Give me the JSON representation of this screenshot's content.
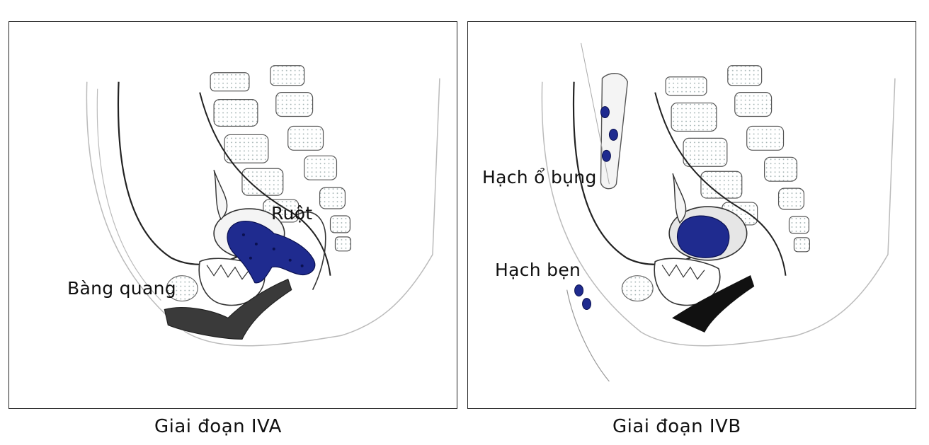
{
  "panels": {
    "stage_iva": {
      "caption": "Giai đoạn IVA",
      "labels": {
        "bladder": "Bàng quang",
        "bowel": "Ruột"
      }
    },
    "stage_ivb": {
      "caption": "Giai đoạn IVB",
      "labels": {
        "abdominal_nodes": "Hạch ổ bụng",
        "inguinal_nodes": "Hạch bẹn"
      }
    }
  },
  "colors": {
    "tumor": "#1f2b8f",
    "outline": "#333333",
    "dark_tissue": "#3a3a3a",
    "vertebra_fill": "#eef2f2"
  }
}
